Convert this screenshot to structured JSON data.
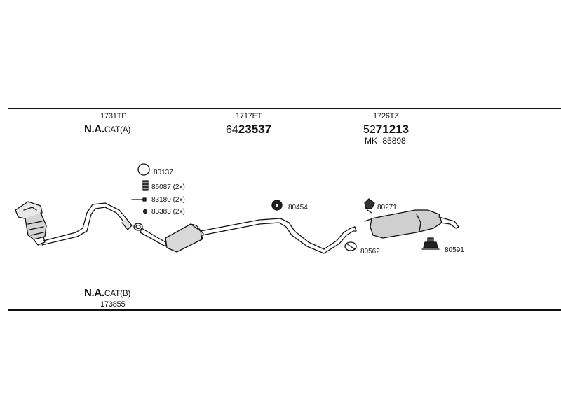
{
  "sections": [
    {
      "code": "1731TP",
      "variant_prefix": "N.A.",
      "variant_suffix": "CAT(A)"
    },
    {
      "code": "1717ET",
      "part_prefix": "64",
      "part_main": "23537"
    },
    {
      "code": "1726TZ",
      "part_prefix": "52",
      "part_main": "71213",
      "mk_label": "MK",
      "mk_number": "85898"
    }
  ],
  "alternate": {
    "variant_prefix": "N.A.",
    "variant_suffix": "CAT(B)",
    "code": "173855"
  },
  "fittings": [
    {
      "number": "80137",
      "icon": "ring-gasket-icon"
    },
    {
      "number": "86087 (2x)",
      "icon": "spring-icon"
    },
    {
      "number": "83180 (2x)",
      "icon": "bolt-icon"
    },
    {
      "number": "83383 (2x)",
      "icon": "nut-icon"
    },
    {
      "number": "80454",
      "icon": "rubber-mount-icon"
    },
    {
      "number": "80271",
      "icon": "hanger-icon"
    },
    {
      "number": "80562",
      "icon": "clamp-icon"
    },
    {
      "number": "80591",
      "icon": "bracket-icon"
    }
  ]
}
